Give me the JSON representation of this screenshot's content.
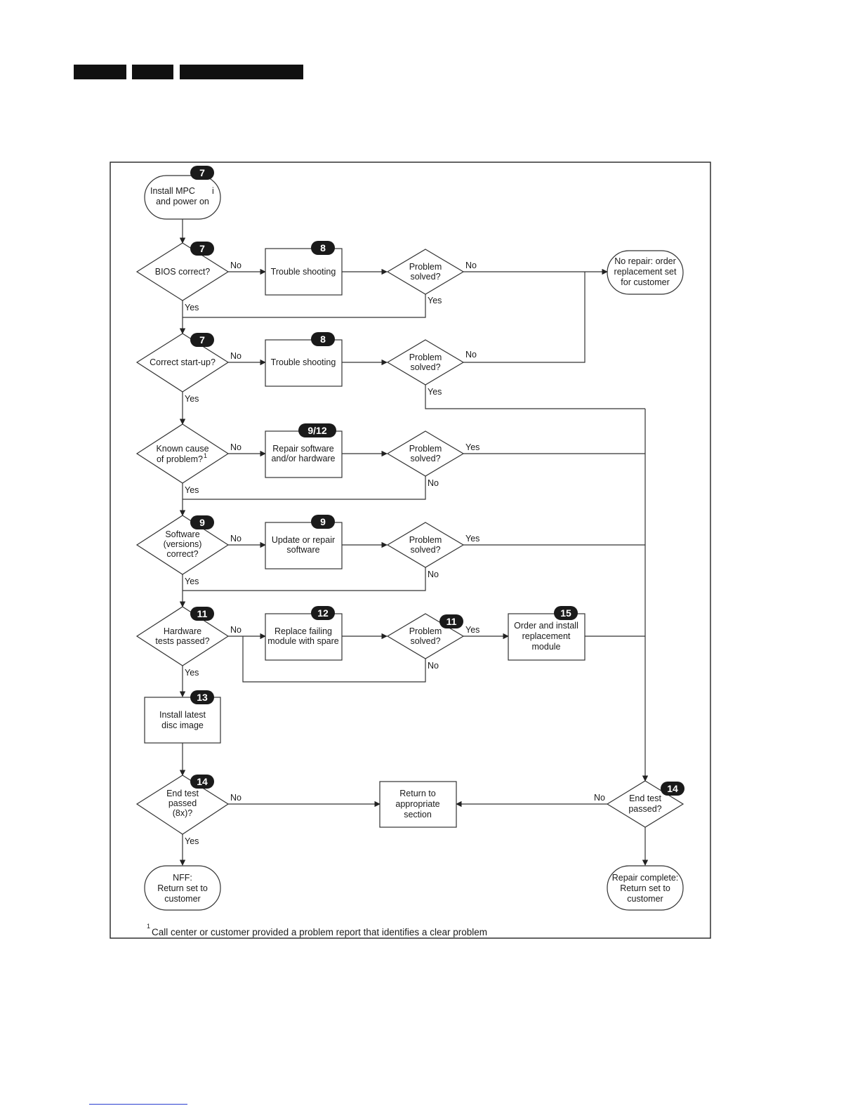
{
  "header": {},
  "footnote": {
    "mark": "1",
    "text": "Call center or customer provided a problem report that identifies a clear problem"
  },
  "nodes": {
    "install_mpc": {
      "lines": [
        "Install MPC",
        "and power on"
      ],
      "extra": "i",
      "badge": "7"
    },
    "bios": {
      "lines": [
        "BIOS correct?"
      ],
      "badge": "7"
    },
    "ts1": {
      "lines": [
        "Trouble shooting"
      ],
      "badge": "8"
    },
    "ps1": {
      "lines": [
        "Problem",
        "solved?"
      ]
    },
    "no_repair": {
      "lines": [
        "No repair: order",
        "replacement set",
        "for customer"
      ]
    },
    "startup": {
      "lines": [
        "Correct start-up?"
      ],
      "badge": "7"
    },
    "ts2": {
      "lines": [
        "Trouble shooting"
      ],
      "badge": "8"
    },
    "ps2": {
      "lines": [
        "Problem",
        "solved?"
      ]
    },
    "known": {
      "lines": [
        "Known cause",
        "of problem?"
      ],
      "sup": "1"
    },
    "repair_sw_hw": {
      "lines": [
        "Repair software",
        "and/or hardware"
      ],
      "badge": "9/12"
    },
    "ps3": {
      "lines": [
        "Problem",
        "solved?"
      ]
    },
    "software": {
      "lines": [
        "Software",
        "(versions)",
        "correct?"
      ],
      "badge": "9"
    },
    "update_sw": {
      "lines": [
        "Update or repair",
        "software"
      ],
      "badge": "9"
    },
    "ps4": {
      "lines": [
        "Problem",
        "solved?"
      ]
    },
    "hw_tests": {
      "lines": [
        "Hardware",
        "tests passed?"
      ],
      "badge": "11"
    },
    "replace_module": {
      "lines": [
        "Replace failing",
        "module with spare"
      ],
      "badge": "12"
    },
    "ps5": {
      "lines": [
        "Problem",
        "solved?"
      ],
      "badge": "11"
    },
    "order_install": {
      "lines": [
        "Order and install",
        "replacement",
        "module"
      ],
      "badge": "15"
    },
    "disc_image": {
      "lines": [
        "Install latest",
        "disc image"
      ],
      "badge": "13"
    },
    "end_test_left": {
      "lines": [
        "End test",
        "passed",
        "(8x)?"
      ],
      "badge": "14"
    },
    "return_section": {
      "lines": [
        "Return to",
        "appropriate",
        "section"
      ]
    },
    "end_test_right": {
      "lines": [
        "End test",
        "passed?"
      ],
      "badge": "14"
    },
    "nff": {
      "lines": [
        "NFF:",
        "Return set to",
        "customer"
      ]
    },
    "repair_complete": {
      "lines": [
        "Repair complete:",
        "Return set to",
        "customer"
      ]
    }
  },
  "edge_labels": {
    "yes": "Yes",
    "no": "No"
  }
}
